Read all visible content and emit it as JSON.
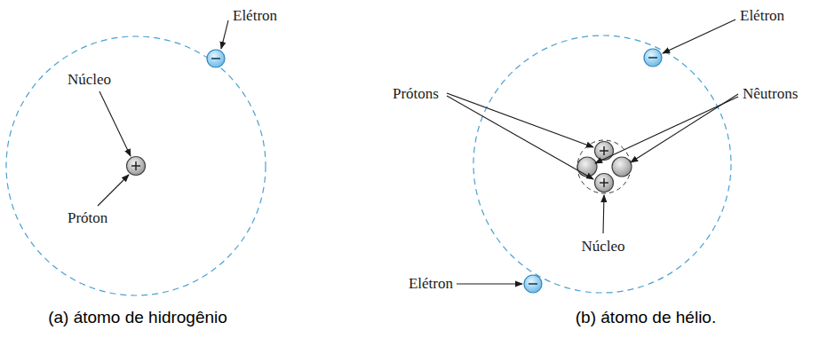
{
  "diagram": {
    "labels": [
      "Elétron",
      "Núcleo",
      "Próton",
      "Elétron",
      "Prótons",
      "Nêutrons",
      "Núcleo",
      "Elétron",
      "(a) átomo de hidrogênio",
      "(b) átomo de hélio."
    ]
  }
}
